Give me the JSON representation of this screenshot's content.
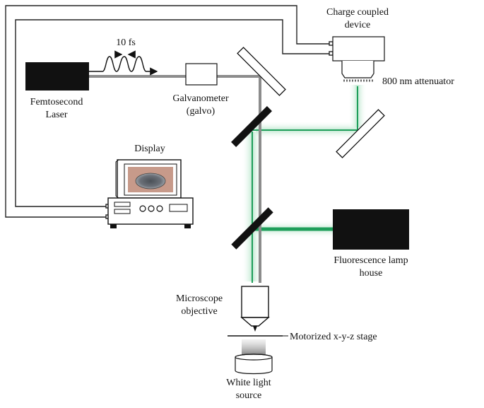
{
  "labels": {
    "ccd_line1": "Charge coupled",
    "ccd_line2": "device",
    "attenuator": "800 nm attenuator",
    "pulse": "10 fs",
    "laser_line1": "Femtosecond",
    "laser_line2": "Laser",
    "galvo_line1": "Galvanometer",
    "galvo_line2": "(galvo)",
    "display": "Display",
    "lamp_line1": "Fluorescence lamp",
    "lamp_line2": "house",
    "objective_line1": "Microscope",
    "objective_line2": "objective",
    "stage": "Motorized x-y-z stage",
    "white_line1": "White light",
    "white_line2": "source"
  },
  "colors": {
    "laser_beam": "#8c8c8c",
    "fluorescence_beam": "#1e9e5a",
    "device_fill": "#111111",
    "display_screen": "#c79a8a"
  }
}
